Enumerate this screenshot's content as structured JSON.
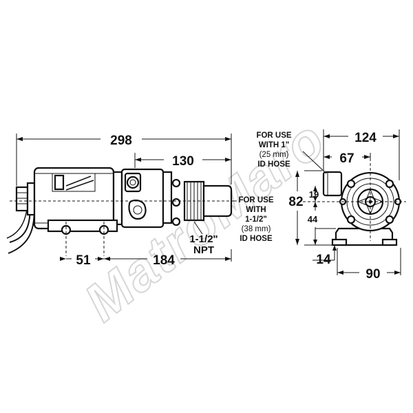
{
  "watermark": "MatroMaro",
  "side_view": {
    "overall_length": "298",
    "head_length": "130",
    "base_offset": "51",
    "base_span": "184",
    "port_thread_line1": "1-1/2\"",
    "port_thread_line2": "NPT",
    "outlet_note": {
      "line1": "FOR USE",
      "line2": "WITH",
      "line3": "1-1/2\"",
      "line4": "(38 mm)",
      "line5": "ID HOSE"
    }
  },
  "end_view": {
    "overall_width": "124",
    "port_offset": "67",
    "overall_height": "82",
    "shaft_above": "19",
    "shaft_height": "44",
    "foot_height": "14",
    "base_width": "90",
    "inlet_note": {
      "line1": "FOR USE",
      "line2": "WITH 1\"",
      "line3": "(25 mm)",
      "line4": "ID HOSE"
    }
  }
}
